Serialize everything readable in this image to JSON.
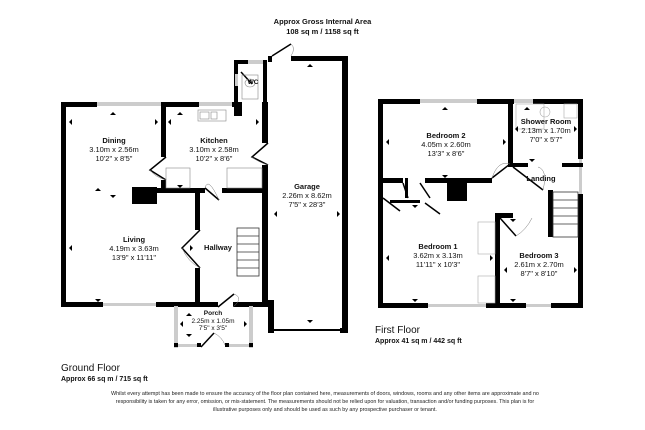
{
  "header": {
    "title_line1": "Approx Gross Internal Area",
    "title_line2": "108 sq m / 1158 sq ft"
  },
  "ground_floor": {
    "label": "Ground Floor",
    "area": "Approx 66 sq m / 715 sq ft",
    "rooms": [
      {
        "name": "Dining",
        "metric": "3.10m x 2.56m",
        "imperial": "10'2\" x 8'5\""
      },
      {
        "name": "Kitchen",
        "metric": "3.10m x 2.58m",
        "imperial": "10'2\" x 8'6\""
      },
      {
        "name": "Garage",
        "metric": "2.26m x 8.62m",
        "imperial": "7'5\" x 28'3\""
      },
      {
        "name": "Living",
        "metric": "4.19m x 3.63m",
        "imperial": "13'9\" x 11'11\""
      },
      {
        "name": "Hallway"
      },
      {
        "name": "Porch",
        "metric": "2.25m x 1.05m",
        "imperial": "7'5\" x 3'5\""
      },
      {
        "name": "WC"
      }
    ]
  },
  "first_floor": {
    "label": "First Floor",
    "area": "Approx 41 sq m / 442 sq ft",
    "rooms": [
      {
        "name": "Bedroom 2",
        "metric": "4.05m x 2.60m",
        "imperial": "13'3\" x 8'6\""
      },
      {
        "name": "Shower Room",
        "metric": "2.13m x 1.70m",
        "imperial": "7'0\" x 5'7\""
      },
      {
        "name": "Landing"
      },
      {
        "name": "Bedroom 1",
        "metric": "3.62m x 3.13m",
        "imperial": "11'11\" x 10'3\""
      },
      {
        "name": "Bedroom 3",
        "metric": "2.61m x 2.70m",
        "imperial": "8'7\" x 8'10\""
      }
    ]
  },
  "disclaimer": "Whilst every attempt has been made to ensure the accuracy of the floor plan contained here, measurements of doors, windows, rooms and any other items are approximate and no responsibility is taken for any error, omission, or mis-statement. The measurements should not be relied upon for valuation, transaction and/or funding purposes. This plan is for illustrative purposes only and should be used as such by any prospective purchaser or tenant.",
  "colors": {
    "wall": "#000000",
    "window": "#bbbbbb",
    "background": "#ffffff"
  }
}
